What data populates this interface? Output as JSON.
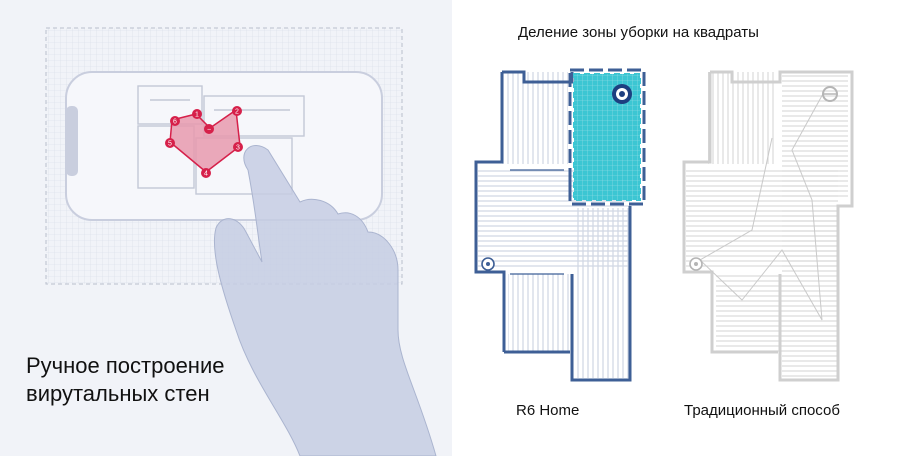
{
  "left_panel": {
    "caption_line1": "Ручное построение",
    "caption_line2": "вирутальных стен",
    "points": [
      "6",
      "1",
      "2",
      "5",
      "3",
      "4"
    ]
  },
  "right_panel": {
    "title": "Деление зоны уборки на квадраты",
    "label_r6": "R6 Home",
    "label_traditional": "Традиционный способ"
  },
  "colors": {
    "accent_pink": "#d6204a",
    "zone_cyan": "#3cc6d3",
    "plan_blue": "#3e5f96",
    "plan_gray": "#cfcfcf"
  },
  "icons": [
    "robot-icon",
    "charging-dock-icon",
    "hand-icon"
  ]
}
